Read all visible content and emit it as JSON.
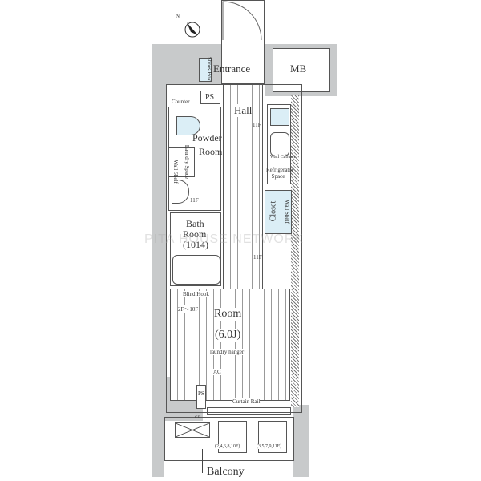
{
  "rooms": {
    "entrance": "Entrance",
    "shoes_box": "Shoes Box",
    "mb": "MB",
    "ps_top": "PS",
    "counter": "Counter",
    "hall": "Hall",
    "powder_room_1": "Powder",
    "powder_room_2": "Room",
    "laundry_space": "Laundry Space",
    "wall_shelf": "Wall Shelf",
    "refrigerator_space": "Refrigerator Space",
    "wall_cabinet": "Wall Cabinet",
    "closet": "Closet",
    "closet_wall_shelf": "Wall Shelf",
    "bath_room_1": "Bath",
    "bath_room_2": "Room",
    "bath_size": "(1014)",
    "blind_hook": "Blind Hook",
    "floor_note": "2F～10F",
    "room": "Room",
    "room_size": "(6.0J)",
    "laundry_hanger": "laundry hanger",
    "ac": "AC",
    "ps_bottom": "PS",
    "curtain_rail": "Curtain Rail",
    "floors_even": "(2,4,6,8,10F)",
    "floors_odd": "(3,5,7,9,11F)",
    "balcony": "Balcony",
    "note_11f_1": "11F",
    "note_11f_2": "11F",
    "note_11f_3": "11F",
    "gb": "GB"
  },
  "watermark": "PITA HOUSE NETWORK",
  "compass": "N",
  "colors": {
    "accent": "#1b7d7d",
    "wall": "#c8cacb"
  }
}
